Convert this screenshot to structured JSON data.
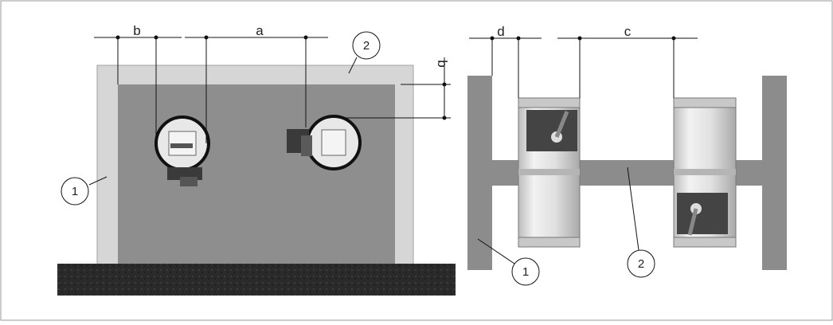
{
  "left_view": {
    "dimension_labels": {
      "b_horizontal": "b",
      "a": "a",
      "b_vertical": "b"
    },
    "callouts": [
      {
        "label": "1"
      },
      {
        "label": "2"
      }
    ]
  },
  "right_view": {
    "dimension_labels": {
      "d": "d",
      "c": "c"
    },
    "callouts": [
      {
        "label": "1"
      },
      {
        "label": "2"
      }
    ]
  },
  "colors": {
    "wall": "#d6d6d6",
    "opening": "#8e8e8e",
    "floor": "#2a2a2a",
    "wall_section": "#8c8c8c",
    "damper_body": "#d9d9d9",
    "actuator": "#444444"
  }
}
